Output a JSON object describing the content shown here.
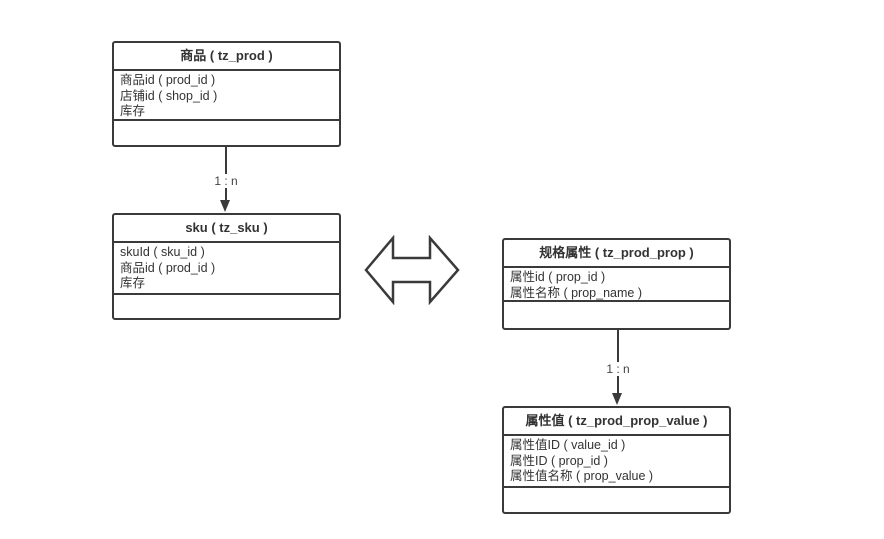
{
  "diagram": {
    "background_color": "#ffffff",
    "line_color": "#3a3a3a",
    "text_color": "#333333",
    "entities": [
      {
        "id": "prod",
        "title": "商品 ( tz_prod )",
        "fields": [
          "商品id ( prod_id )",
          "店铺id ( shop_id )",
          "库存"
        ]
      },
      {
        "id": "sku",
        "title": "sku ( tz_sku )",
        "fields": [
          "skuId ( sku_id )",
          "商品id ( prod_id )",
          "库存"
        ]
      },
      {
        "id": "prod_prop",
        "title": "规格属性 ( tz_prod_prop )",
        "fields": [
          "属性id ( prop_id )",
          "属性名称 ( prop_name )"
        ]
      },
      {
        "id": "prod_prop_value",
        "title": "属性值 ( tz_prod_prop_value )",
        "fields": [
          "属性值ID ( value_id )",
          "属性ID ( prop_id )",
          "属性值名称 ( prop_value )"
        ]
      }
    ],
    "connectors": [
      {
        "from": "商品 ( tz_prod )",
        "to": "sku ( tz_sku )",
        "label": "1 : n",
        "arrow": "down"
      },
      {
        "from": "规格属性 ( tz_prod_prop )",
        "to": "属性值 ( tz_prod_prop_value )",
        "label": "1 : n",
        "arrow": "down"
      }
    ],
    "relation_arrow": {
      "type": "double-headed-horizontal",
      "between": [
        "sku ( tz_sku )",
        "规格属性 ( tz_prod_prop )"
      ]
    }
  }
}
